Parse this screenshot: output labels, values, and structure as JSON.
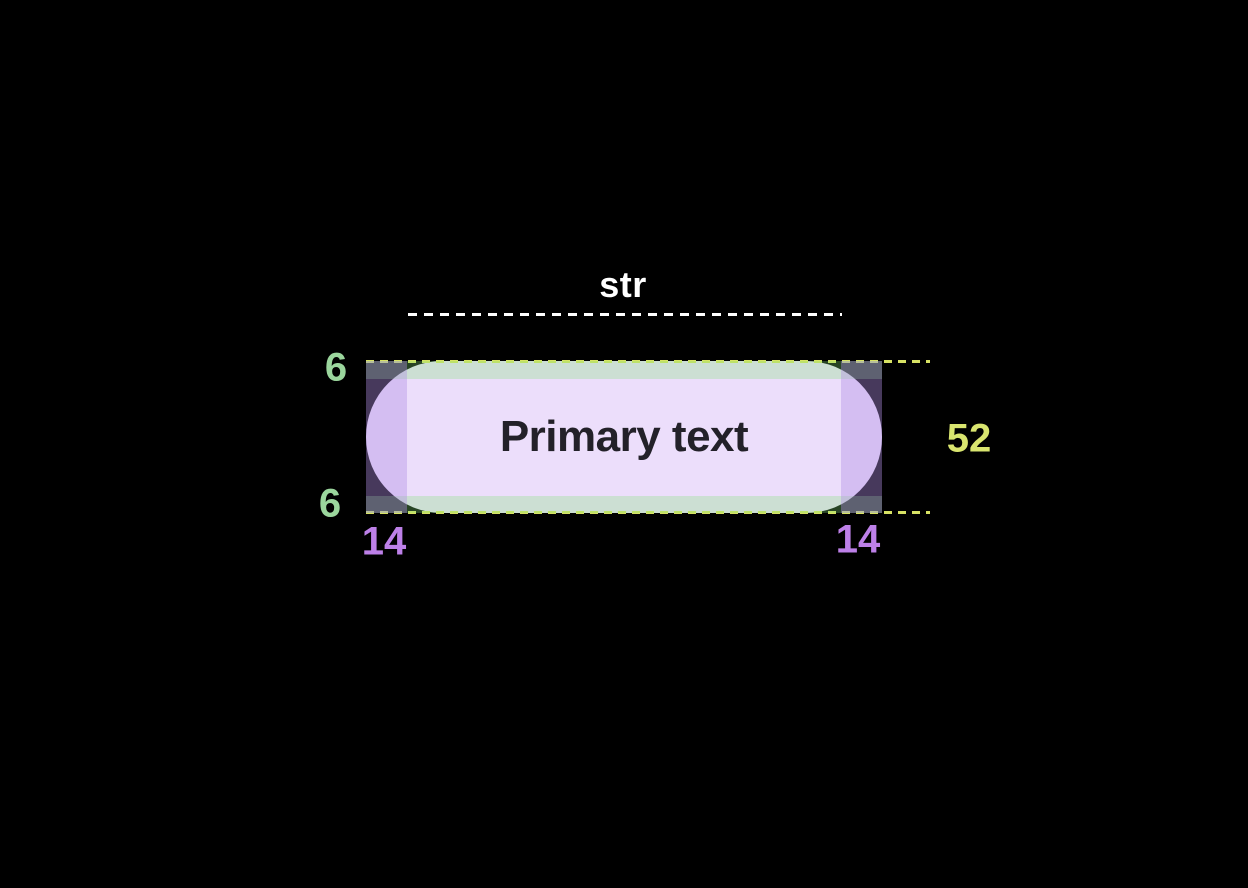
{
  "figure": {
    "background_color": "#000000",
    "button": {
      "label": "Primary text",
      "fill_color": "#ecdefb",
      "label_color": "#232129",
      "shape": "pill"
    },
    "measurements": {
      "width": {
        "label": "str",
        "color": "#ffffff"
      },
      "height": {
        "label": "52",
        "color": "#d9e56f"
      },
      "padding_top": {
        "label": "6",
        "color": "#9bd69d"
      },
      "padding_bottom": {
        "label": "6",
        "color": "#9bd69d"
      },
      "padding_left": {
        "label": "14",
        "color": "#bd80e8"
      },
      "padding_right": {
        "label": "14",
        "color": "#bd80e8"
      }
    },
    "overlays": {
      "vertical_padding_fill": "rgba(130,225,120,0.30)",
      "horizontal_padding_fill": "rgba(178,142,230,0.40)",
      "edge_dash_color": "#d7e264",
      "width_dash_color": "#ffffff"
    }
  }
}
